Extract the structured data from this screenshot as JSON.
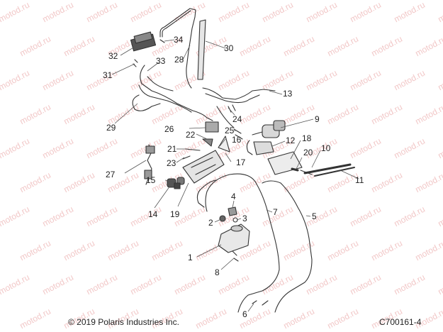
{
  "watermark_text": "motod.ru",
  "callouts": [
    "1",
    "2",
    "3",
    "4",
    "5",
    "6",
    "7",
    "8",
    "9",
    "10",
    "11",
    "12",
    "13",
    "14",
    "15",
    "16",
    "17",
    "18",
    "19",
    "20",
    "21",
    "22",
    "23",
    "24",
    "25",
    "26",
    "27",
    "28",
    "29",
    "30",
    "31",
    "32",
    "33",
    "34"
  ],
  "footer": {
    "copyright": "© 2019 Polaris Industries Inc.",
    "figure_id": "C700161-4"
  },
  "colors": {
    "line": "#333333",
    "watermark": "#f2c8c8",
    "leader": "#555555"
  }
}
